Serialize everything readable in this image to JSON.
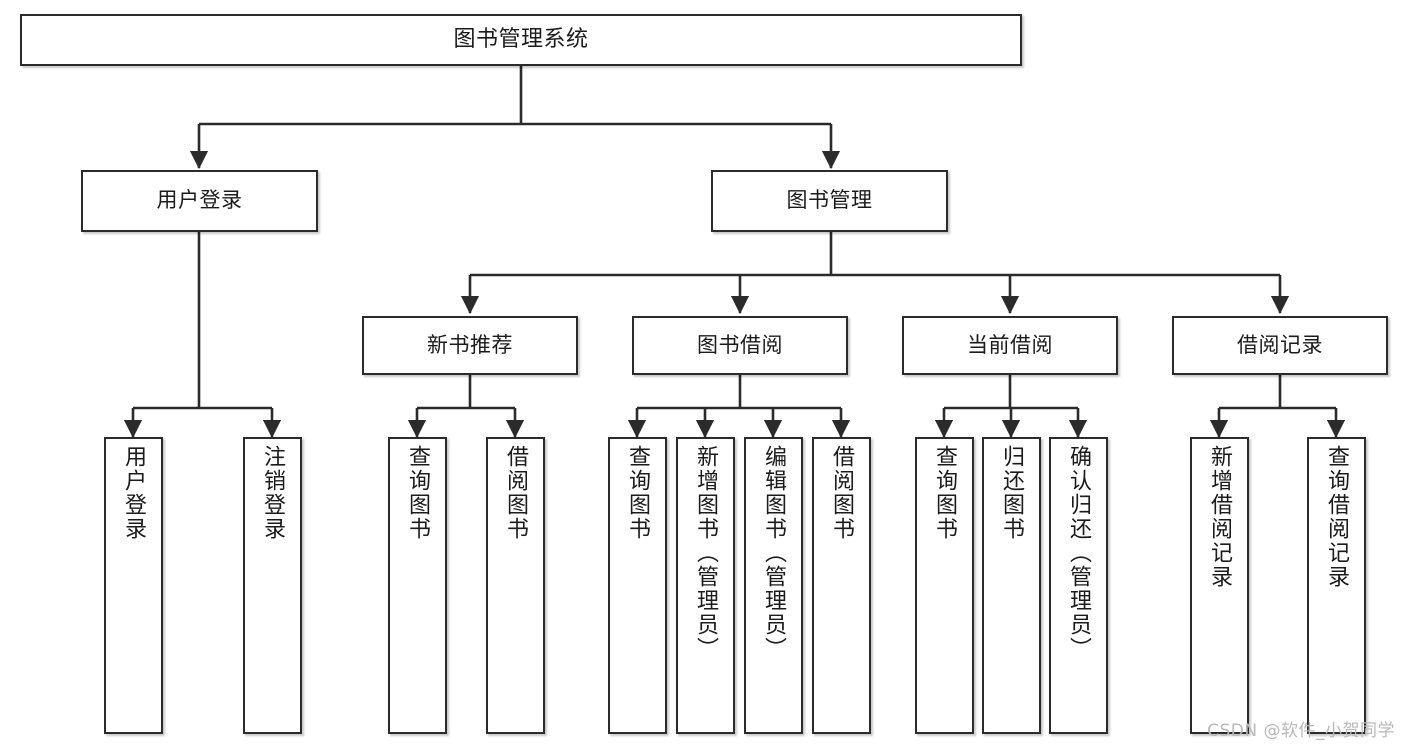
{
  "diagram": {
    "title": "图书管理系统",
    "type": "tree-hierarchy-chart",
    "colors": {
      "box_border": "#2b2b2b",
      "box_fill": "#ffffff",
      "edge": "#2b2b2b",
      "text": "#1b1b1b",
      "watermark": "#b9b9b9"
    },
    "nodes": {
      "root": {
        "label": "图书管理系统"
      },
      "level1": [
        {
          "label": "用户登录"
        },
        {
          "label": "图书管理"
        }
      ],
      "level2": [
        {
          "label": "新书推荐"
        },
        {
          "label": "图书借阅"
        },
        {
          "label": "当前借阅"
        },
        {
          "label": "借阅记录"
        }
      ],
      "leaves": [
        {
          "label": "用户登录"
        },
        {
          "label": "注销登录"
        },
        {
          "label": "查询图书"
        },
        {
          "label": "借阅图书"
        },
        {
          "label": "查询图书"
        },
        {
          "label": "新增图书（管理员）"
        },
        {
          "label": "编辑图书（管理员）"
        },
        {
          "label": "借阅图书"
        },
        {
          "label": "查询图书"
        },
        {
          "label": "归还图书"
        },
        {
          "label": "确认归还（管理员）"
        },
        {
          "label": "新增借阅记录"
        },
        {
          "label": "查询借阅记录"
        }
      ]
    }
  },
  "watermark": {
    "text": "CSDN @软件_小贺同学"
  }
}
